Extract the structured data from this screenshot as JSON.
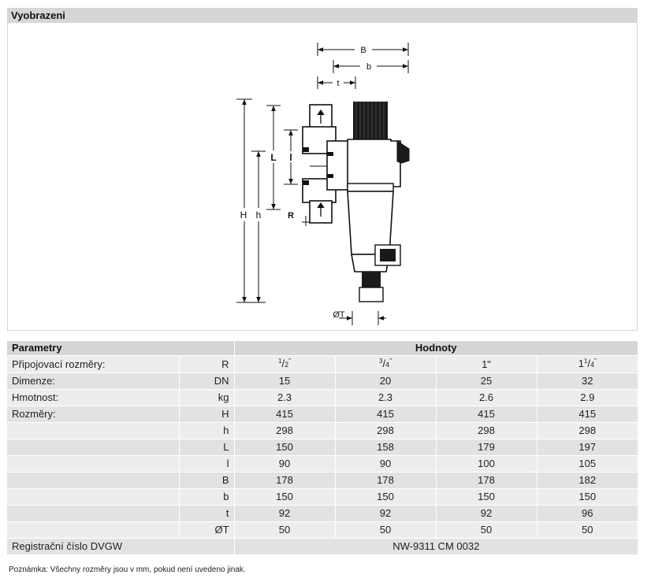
{
  "image_section": {
    "title": "Vyobrazeni",
    "dimension_labels": {
      "B": "B",
      "b": "b",
      "t": "t",
      "H": "H",
      "h": "h",
      "L": "L",
      "l": "l",
      "R": "R",
      "OT": "ØT"
    }
  },
  "table": {
    "header_params": "Parametry",
    "header_values": "Hodnoty",
    "rows": [
      {
        "label": "Připojovací rozměry:",
        "unit": "R",
        "values": [
          "1/2\"",
          "3/4\"",
          "1\"",
          "11/4\""
        ]
      },
      {
        "label": "Dimenze:",
        "unit": "DN",
        "values": [
          "15",
          "20",
          "25",
          "32"
        ]
      },
      {
        "label": "Hmotnost:",
        "unit": "kg",
        "values": [
          "2.3",
          "2.3",
          "2.6",
          "2.9"
        ]
      },
      {
        "label": "Rozměry:",
        "unit": "H",
        "values": [
          "415",
          "415",
          "415",
          "415"
        ]
      },
      {
        "label": "",
        "unit": "h",
        "values": [
          "298",
          "298",
          "298",
          "298"
        ]
      },
      {
        "label": "",
        "unit": "L",
        "values": [
          "150",
          "158",
          "179",
          "197"
        ]
      },
      {
        "label": "",
        "unit": "l",
        "values": [
          "90",
          "90",
          "100",
          "105"
        ]
      },
      {
        "label": "",
        "unit": "B",
        "values": [
          "178",
          "178",
          "178",
          "182"
        ]
      },
      {
        "label": "",
        "unit": "b",
        "values": [
          "150",
          "150",
          "150",
          "150"
        ]
      },
      {
        "label": "",
        "unit": "t",
        "values": [
          "92",
          "92",
          "92",
          "96"
        ]
      },
      {
        "label": "",
        "unit": "ØT",
        "values": [
          "50",
          "50",
          "50",
          "50"
        ]
      }
    ],
    "registration": {
      "label": "Registrační číslo DVGW",
      "value": "NW-9311 CM 0032"
    }
  },
  "note": "Poznámka: Všechny rozměry jsou v mm, pokud není uvedeno jinak."
}
